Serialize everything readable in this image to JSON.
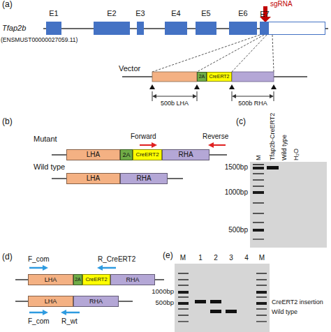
{
  "diagram": {
    "nodes": [
      {
        "text": [
          "E1"
        ]
      },
      {
        "text": [
          "E2"
        ]
      },
      {
        "text": [
          "E3"
        ]
      },
      {
        "text": [
          "E4"
        ]
      },
      {
        "text": [
          "E5"
        ]
      },
      {
        "text": [
          "E6"
        ]
      },
      {
        "text": [
          "E7"
        ]
      },
      {
        "text": [
          "2A"
        ]
      },
      {
        "text": [
          "CreERT2"
        ]
      },
      {
        "text": [
          "LHA"
        ]
      },
      {
        "text": [
          "2A"
        ]
      },
      {
        "text": [
          "CreERT2"
        ]
      },
      {
        "text": [
          "RHA"
        ]
      },
      {
        "text": [
          "LHA"
        ]
      },
      {
        "text": [
          "RHA"
        ]
      },
      {
        "text": [
          "LHA"
        ]
      },
      {
        "text": [
          "2A"
        ]
      },
      {
        "text": [
          "CreERT2"
        ]
      },
      {
        "text": [
          "RHA"
        ]
      },
      {
        "text": [
          "LHA"
        ]
      },
      {
        "text": [
          "RHA"
        ]
      }
    ],
    "labels": [
      "(a)",
      "Tfap2b",
      "(ENSMUST00000027059.11)",
      "sgRNA",
      "Vector",
      "500b LHA",
      "500b RHA",
      "(b)",
      "Mutant",
      "Forward",
      "Reverse",
      "Wild type",
      "(c)",
      "M",
      "Tfap2b-CreERT2",
      "Wild type",
      "H₂O",
      "1500bp",
      "1000bp",
      "500bp",
      "(d)",
      "F_com",
      "R_CreERT2",
      "F_com",
      "R_wt",
      "(e)",
      "M",
      "1",
      "2",
      "3",
      "4",
      "M",
      "1000bp",
      "500bp",
      "CreERT2 insertion",
      "Wild type"
    ]
  }
}
